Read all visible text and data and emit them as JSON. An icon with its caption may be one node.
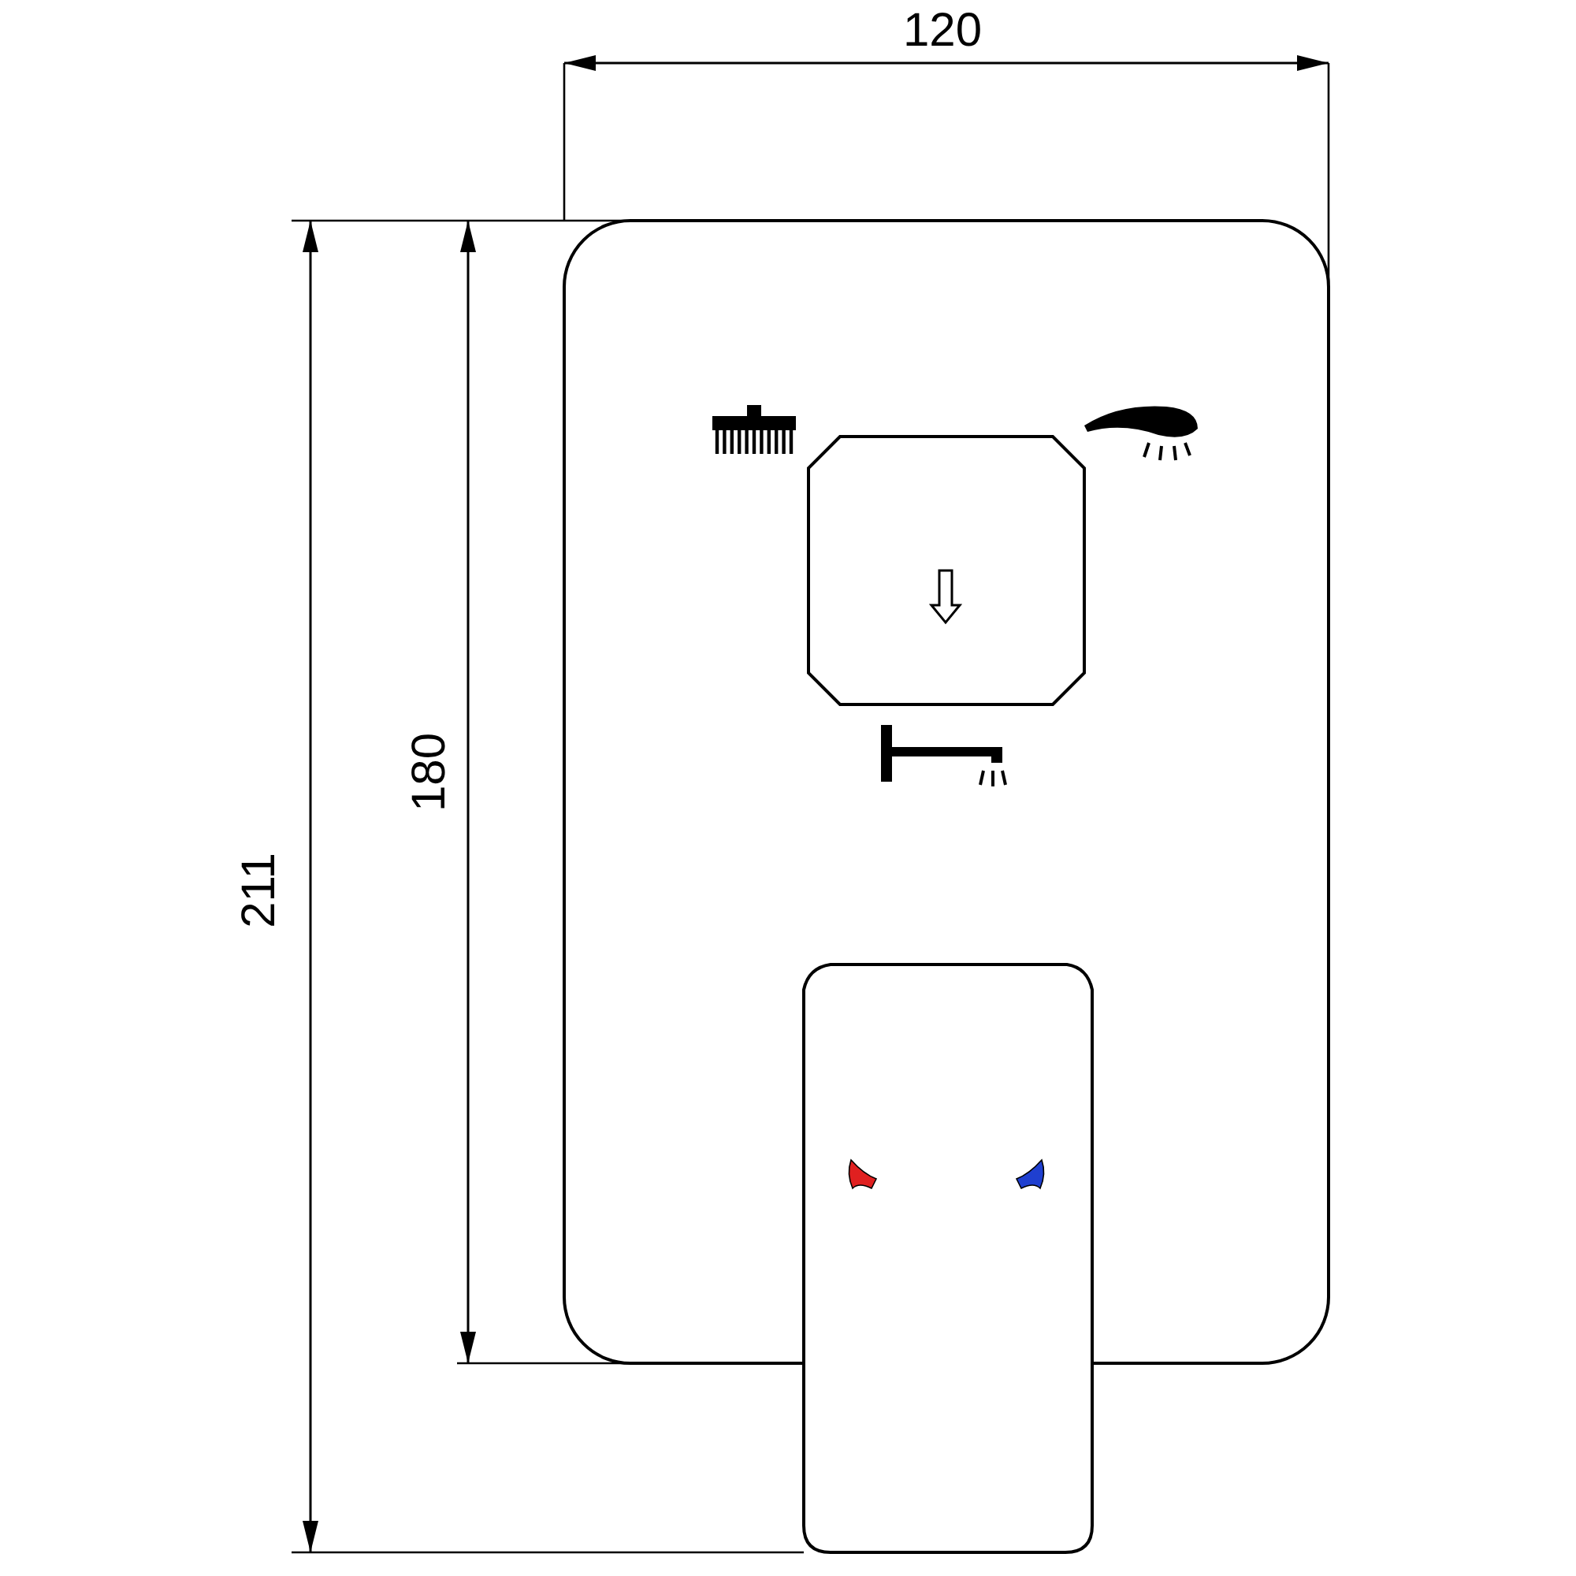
{
  "diagram": {
    "labels": [
      "120",
      "211",
      "180"
    ]
  }
}
